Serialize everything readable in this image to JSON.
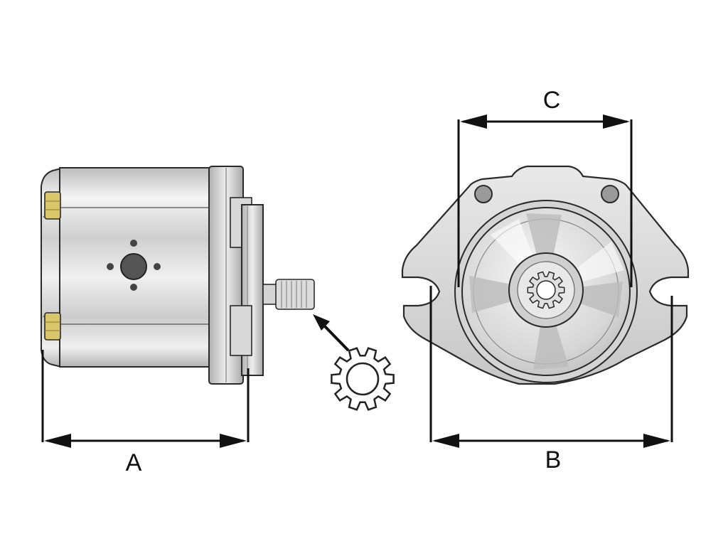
{
  "dimensions": {
    "a": {
      "label": "A"
    },
    "b": {
      "label": "B"
    },
    "c": {
      "label": "C"
    }
  },
  "colors": {
    "body_metal": "#d9d9d9",
    "body_highlight": "#f2f2f2",
    "outline": "#2a2a2a",
    "bolt_gold": "#d9c56a",
    "dimension_line": "#111111"
  },
  "icons": {
    "spline_gear": "spline-gear-icon",
    "pointer_arrow": "arrow-icon"
  }
}
